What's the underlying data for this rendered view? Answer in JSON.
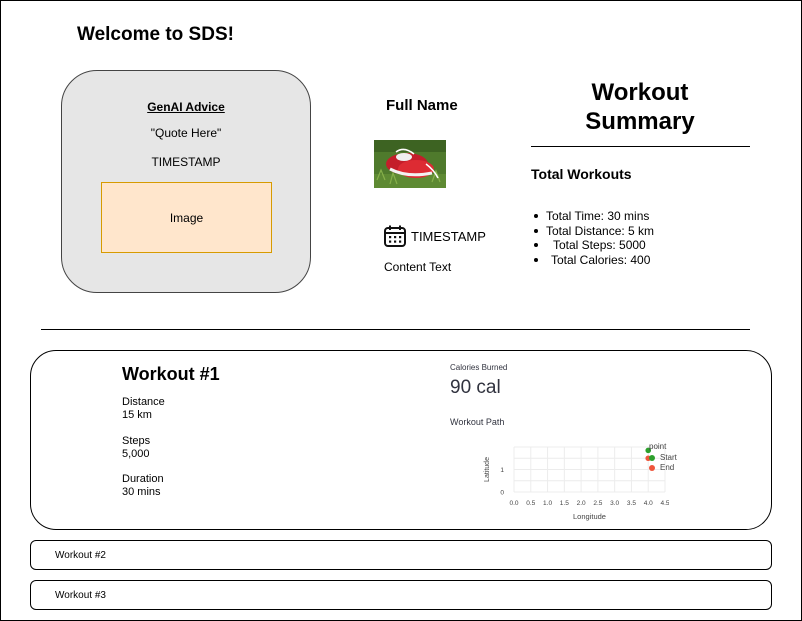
{
  "header": {
    "welcome": "Welcome to SDS!"
  },
  "advice": {
    "title": "GenAI Advice",
    "quote": "\"Quote Here\"",
    "timestamp": "TIMESTAMP",
    "image_label": "Image"
  },
  "profile": {
    "full_name": "Full Name",
    "photo_icon": "sneakers-photo",
    "timestamp": "TIMESTAMP",
    "content": "Content Text"
  },
  "summary": {
    "title_line1": "Workout",
    "title_line2": "Summary",
    "subtitle": "Total Workouts",
    "stats": [
      "Total Time: 30 mins",
      "Total Distance: 5 km",
      "Total Steps: 5000",
      "Total Calories: 400"
    ]
  },
  "workouts": [
    {
      "title": "Workout #1",
      "fields": [
        {
          "label": "Distance",
          "value": "15 km"
        },
        {
          "label": "Steps",
          "value": "5,000"
        },
        {
          "label": "Duration",
          "value": "30 mins"
        }
      ],
      "calories_label": "Calories Burned",
      "calories_value": "90 cal",
      "path_label": "Workout Path"
    },
    {
      "title": "Workout #2"
    },
    {
      "title": "Workout #3"
    }
  ],
  "chart_data": {
    "type": "scatter",
    "title": "",
    "xlabel": "Longitude",
    "ylabel": "Latitude",
    "x_ticks": [
      "0.0",
      "0.5",
      "1.0",
      "1.5",
      "2.0",
      "2.5",
      "3.0",
      "3.5",
      "4.0",
      "4.5"
    ],
    "y_ticks": [
      "0",
      "1"
    ],
    "xlim": [
      0,
      4.5
    ],
    "ylim": [
      0,
      2
    ],
    "legend_title": "point",
    "legend_position": "right",
    "grid": true,
    "series": [
      {
        "name": "Start",
        "color": "#2ca02c",
        "x": [
          4.0
        ],
        "y": [
          1.85
        ]
      },
      {
        "name": "End",
        "color": "#ef553b",
        "x": [
          4.0
        ],
        "y": [
          1.5
        ]
      }
    ]
  }
}
